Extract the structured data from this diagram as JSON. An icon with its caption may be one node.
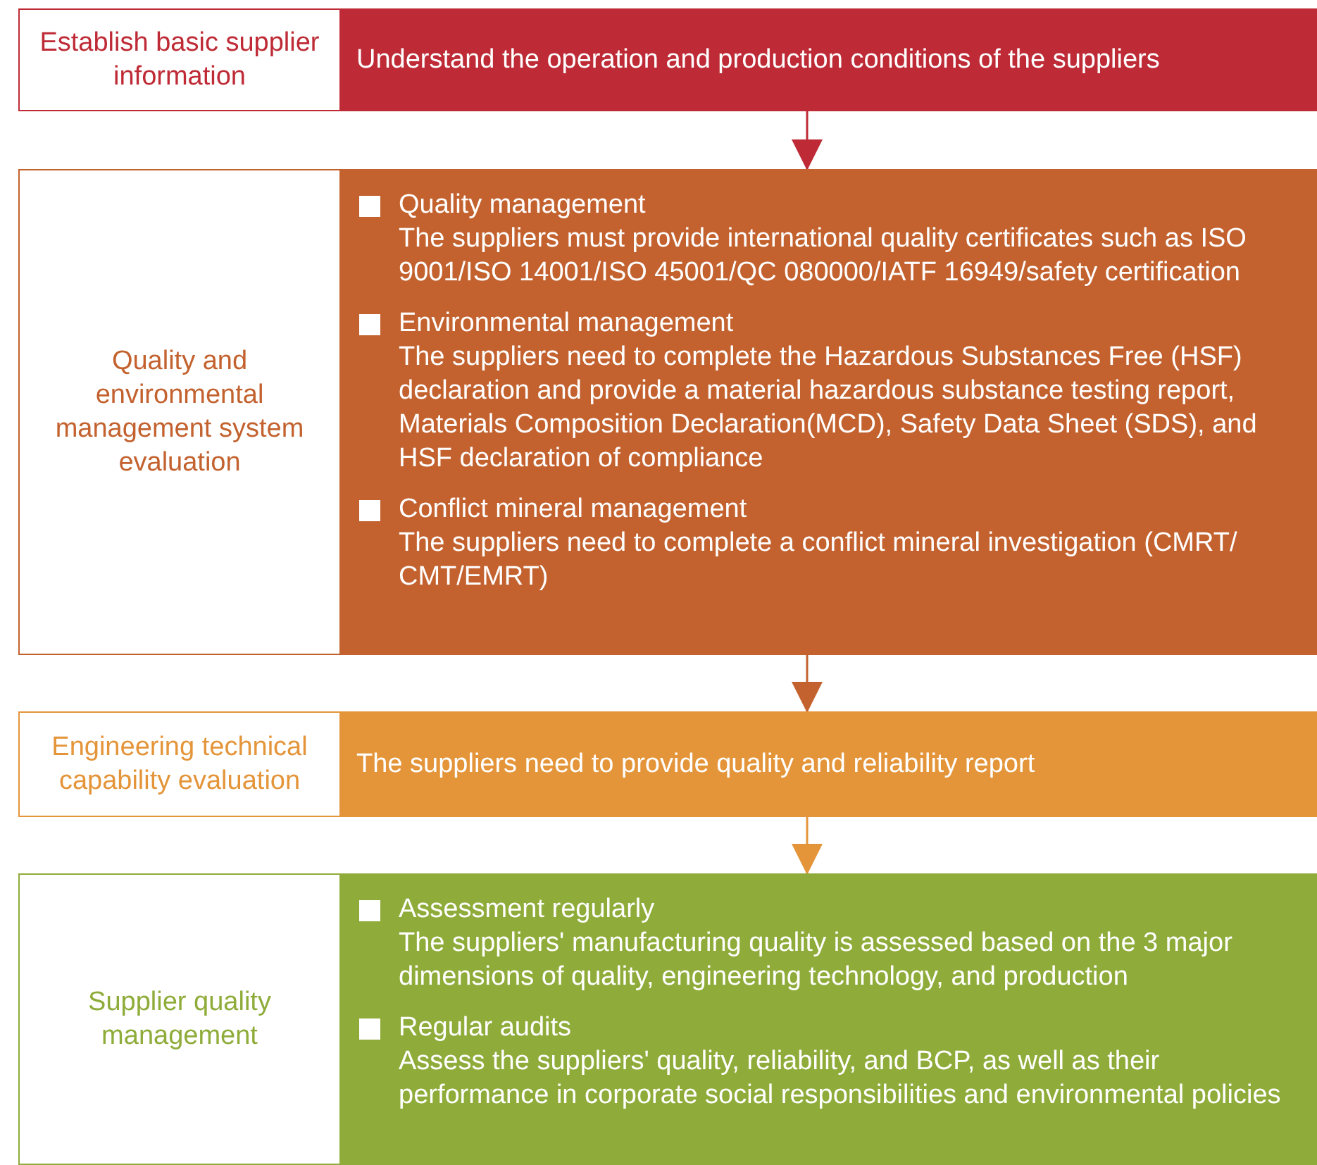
{
  "diagram": {
    "nodes": [
      {
        "text": [
          "Establish basic supplier information"
        ]
      },
      {
        "text": [
          "Understand the operation and production conditions of the suppliers"
        ]
      },
      {
        "text": [
          "Quality and environmental management system evaluation"
        ]
      },
      {
        "text": [
          "Quality management",
          "The suppliers must provide international quality certificates such as ISO 9001/ISO 14001/ISO 45001/QC 080000/IATF 16949/safety certification",
          "Environmental management",
          "The suppliers need to complete the Hazardous Substances Free (HSF) declaration and provide a material hazardous substance testing report, Materials Composition Declaration(MCD), Safety Data Sheet (SDS), and HSF declaration of compliance",
          "Conflict mineral management",
          "The suppliers need to complete a conflict mineral investigation (CMRT/ CMT/EMRT)"
        ]
      },
      {
        "text": [
          "Engineering technical capability evaluation"
        ]
      },
      {
        "text": [
          "The suppliers need to provide quality and reliability report"
        ]
      },
      {
        "text": [
          "Supplier quality management"
        ]
      },
      {
        "text": [
          "Assessment regularly",
          "The suppliers' manufacturing quality is assessed based on the 3 major dimensions of quality, engineering technology, and production",
          "Regular audits",
          "Assess the suppliers' quality, reliability, and BCP, as well as their performance in corporate social responsibilities and environmental policies"
        ]
      }
    ],
    "edges": [
      {
        "from": 1,
        "to": 3,
        "arrow": "to",
        "color": "#be2b36"
      },
      {
        "from": 3,
        "to": 5,
        "arrow": "to",
        "color": "#c3622f"
      },
      {
        "from": 5,
        "to": 7,
        "arrow": "to",
        "color": "#e4953a"
      }
    ]
  }
}
